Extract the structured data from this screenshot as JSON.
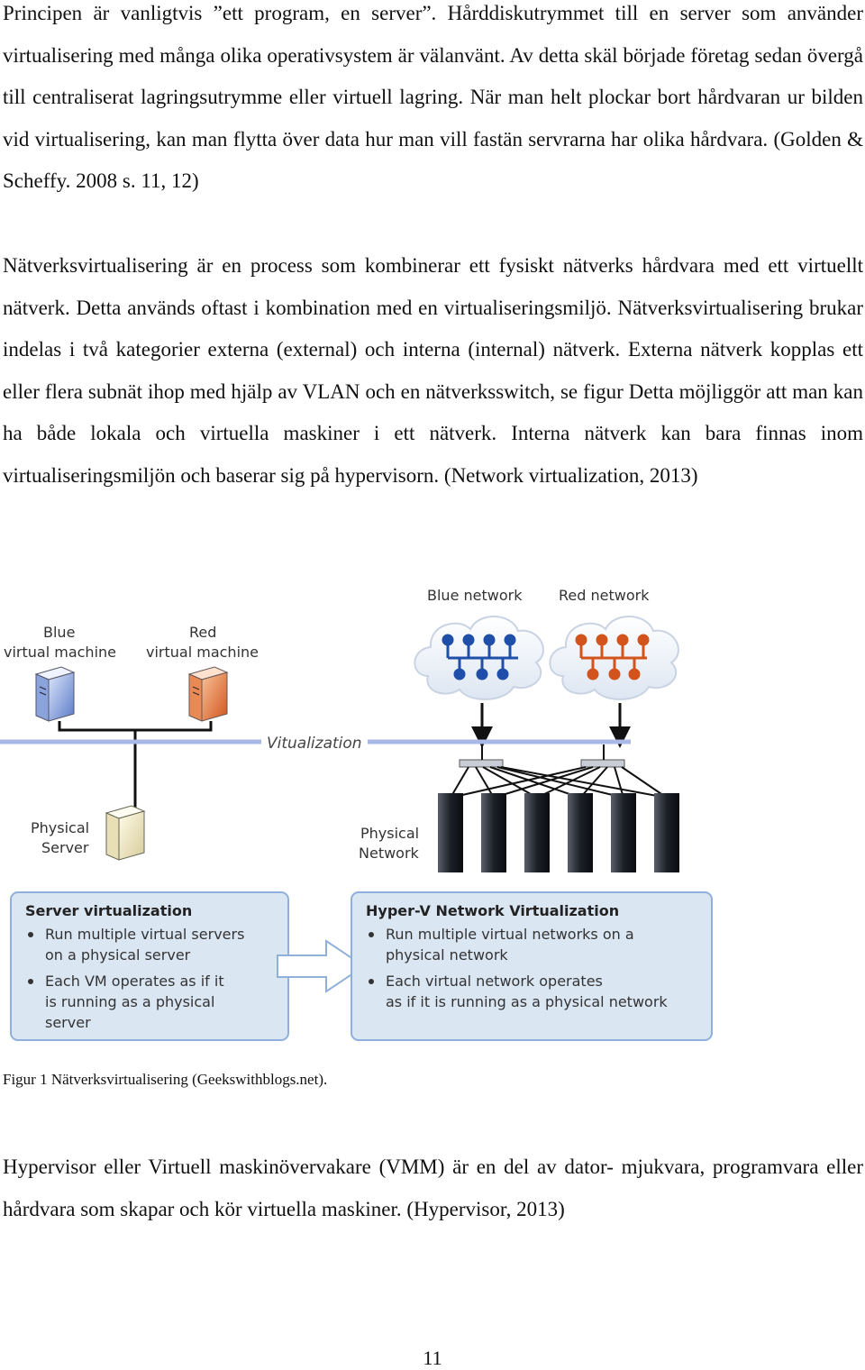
{
  "paragraphs": {
    "p1": "Principen är vanligtvis ”ett program, en server”. Hårddiskutrymmet till en server som använder virtualisering med många olika operativsystem är välanvänt. Av detta skäl började företag sedan övergå till centraliserat lagringsutrymme eller virtuell lagring. När man helt plockar bort hårdvaran ur bilden vid virtualisering, kan man flytta över data hur man vill fastän servrarna har olika hårdvara. (Golden & Scheffy. 2008 s. 11, 12)",
    "p2": "Nätverksvirtualisering är en process som kombinerar ett fysiskt nätverks hårdvara med ett virtuellt nätverk. Detta används oftast i kombination med en virtualiseringsmiljö. Nätverksvirtualisering brukar indelas i två kategorier externa (external) och interna (internal) nätverk. Externa nätverk kopplas ett eller flera subnät ihop med hjälp av VLAN och en nätverksswitch, se figur Detta möjliggör att man kan ha både lokala och virtuella maskiner i ett nätverk. Interna nätverk kan bara finnas inom virtualiseringsmiljön och baserar sig på hypervisorn. (Network virtualization, 2013)",
    "p3": "Hypervisor eller Virtuell maskinövervakare (VMM) är en del av dator- mjukvara, programvara eller hårdvara som skapar och kör virtuella maskiner. (Hypervisor, 2013)"
  },
  "figure": {
    "blue_network": "Blue network",
    "red_network": "Red network",
    "blue_vm_line1": "Blue",
    "blue_vm_line2": "virtual machine",
    "red_vm_line1": "Red",
    "red_vm_line2": "virtual machine",
    "virtualization": "Vitualization",
    "physical_server_line1": "Physical",
    "physical_server_line2": "Server",
    "physical_network_line1": "Physical",
    "physical_network_line2": "Network",
    "server_box": {
      "title": "Server virtualization",
      "b1_l1": "Run multiple virtual servers",
      "b1_l2": "on a physical server",
      "b2_l1": "Each VM operates as if it",
      "b2_l2": "is running as a physical",
      "b2_l3": "server"
    },
    "network_box": {
      "title": "Hyper-V Network Virtualization",
      "b1_l1": "Run multiple virtual networks on a",
      "b1_l2": "physical network",
      "b2_l1": "Each virtual network operates",
      "b2_l2": "as if it is running as a physical network"
    },
    "colors": {
      "blue": "#1f4fa8",
      "red": "#d2541c",
      "line": "#a9b8e6",
      "box": "#dbe6f3",
      "box_border": "#8fb0d8"
    }
  },
  "caption": "Figur 1 Nätverksvirtualisering (Geekswithblogs.net).",
  "page_number": "11"
}
